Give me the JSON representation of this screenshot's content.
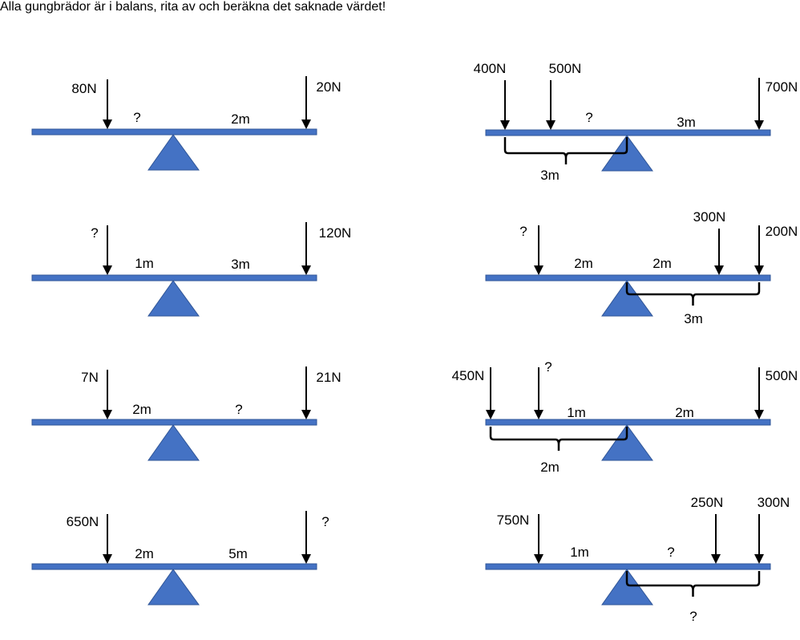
{
  "title": "Alla gungbrädor är i balans, rita av och beräkna det saknade värdet!",
  "colors": {
    "beam": "#4472c4",
    "beam_border": "#2f5597",
    "arrow": "#000000"
  },
  "left": [
    {
      "labels": [
        "80N",
        "20N",
        "?",
        "2m"
      ]
    },
    {
      "labels": [
        "?",
        "120N",
        "1m",
        "3m"
      ]
    },
    {
      "labels": [
        "7N",
        "21N",
        "2m",
        "?"
      ]
    },
    {
      "labels": [
        "650N",
        "?",
        "2m",
        "5m"
      ]
    }
  ],
  "right": [
    {
      "labels": [
        "400N",
        "500N",
        "700N",
        "?",
        "3m",
        "3m"
      ]
    },
    {
      "labels": [
        "?",
        "300N",
        "200N",
        "2m",
        "2m",
        "3m"
      ]
    },
    {
      "labels": [
        "450N",
        "?",
        "500N",
        "1m",
        "2m",
        "2m"
      ]
    },
    {
      "labels": [
        "750N",
        "250N",
        "300N",
        "1m",
        "?",
        "?"
      ]
    }
  ]
}
